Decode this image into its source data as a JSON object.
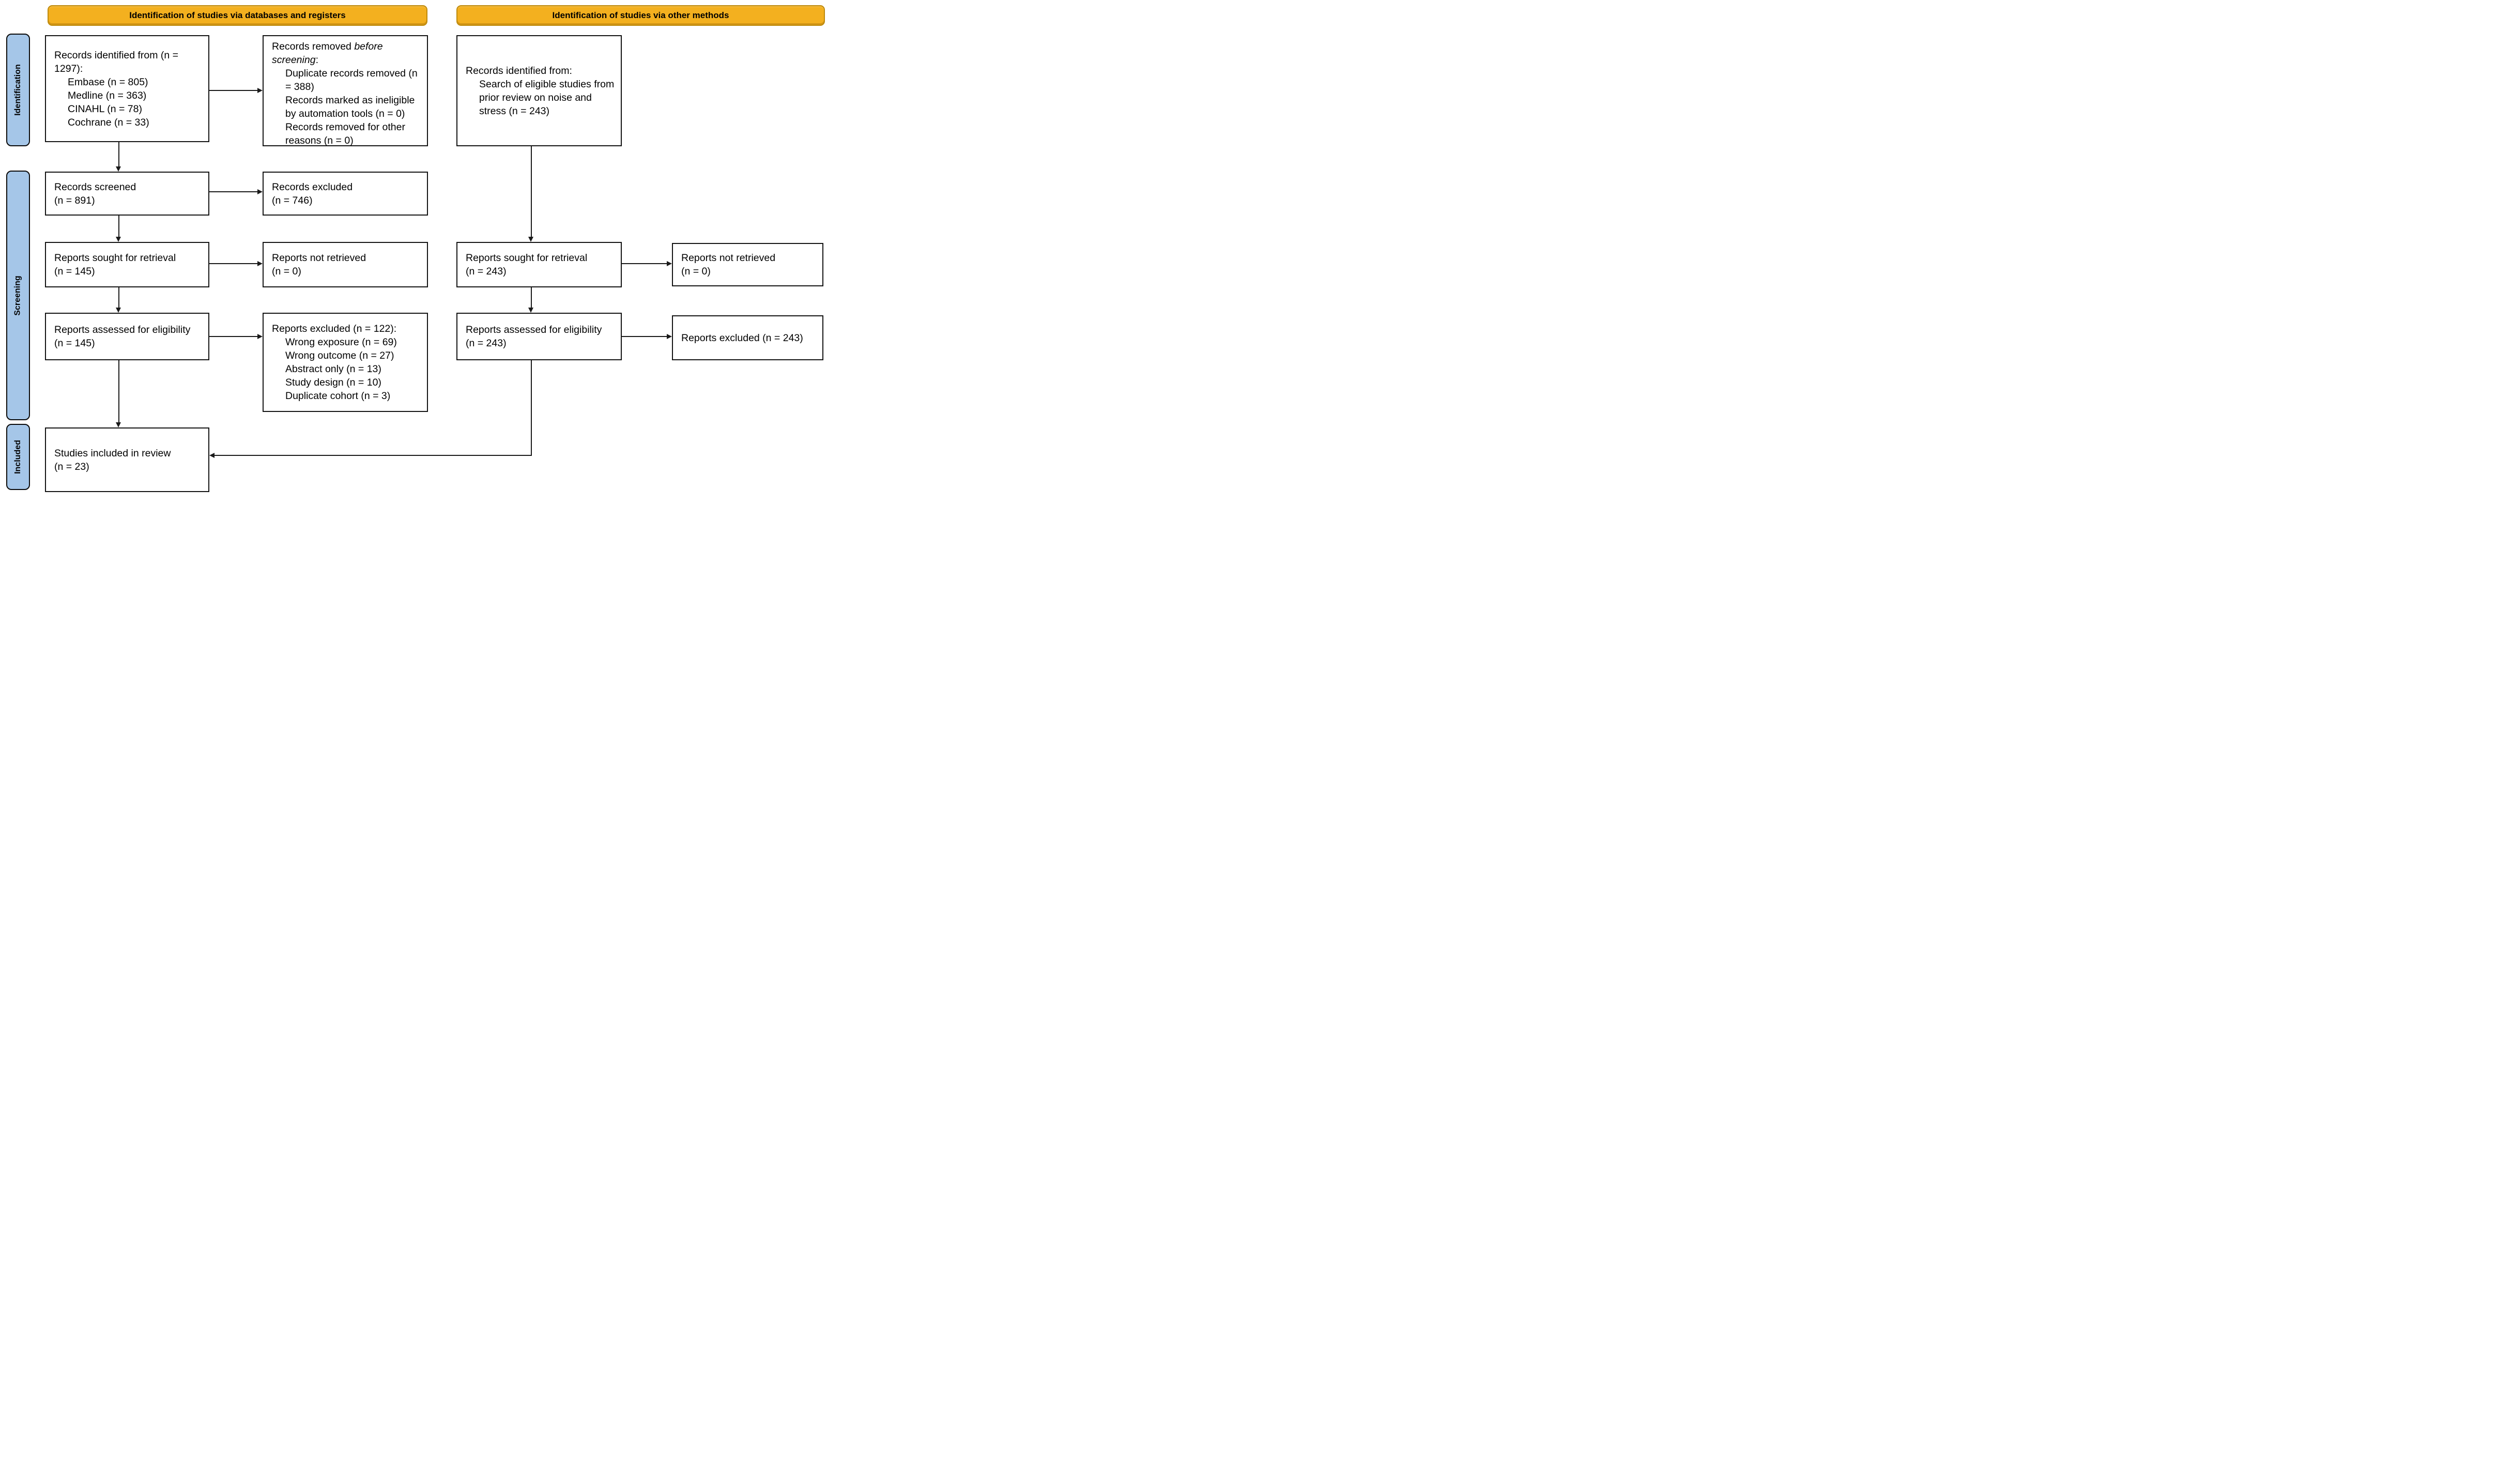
{
  "banners": {
    "databases": "Identification of studies via databases and registers",
    "other_methods": "Identification of studies via other methods"
  },
  "stage_labels": {
    "identification": "Identification",
    "screening": "Screening",
    "included": "Included"
  },
  "colors": {
    "banner_fill": "#F3B01F",
    "banner_border": "#BE8A0C",
    "stage_fill": "#A5C6E8",
    "box_border": "#141414",
    "arrow": "#1A1A1A"
  },
  "boxes": {
    "records_identified_db": {
      "title": "Records identified from (n = 1297):",
      "items": [
        "Embase (n = 805)",
        "Medline (n = 363)",
        "CINAHL (n = 78)",
        "Cochrane (n = 33)"
      ]
    },
    "records_removed": {
      "prefix": "Records removed ",
      "italic": "before screening",
      "suffix": ":",
      "items": [
        "Duplicate records removed (n = 388)",
        "Records marked as ineligible by automation tools (n = 0)",
        "Records removed for other reasons (n = 0)"
      ]
    },
    "records_identified_other": {
      "title": "Records identified from:",
      "items": [
        "Search of eligible studies from prior review on noise and stress (n = 243)"
      ]
    },
    "records_screened": {
      "line1": "Records screened",
      "line2": "(n = 891)"
    },
    "records_excluded": {
      "line1": "Records excluded",
      "line2": "(n = 746)"
    },
    "reports_sought_db": {
      "line1": "Reports sought for retrieval",
      "line2": "(n = 145)"
    },
    "reports_not_retrieved_db": {
      "line1": "Reports not retrieved",
      "line2": "(n = 0)"
    },
    "reports_sought_other": {
      "line1": "Reports sought for retrieval",
      "line2": "(n = 243)"
    },
    "reports_not_retrieved_other": {
      "line1": "Reports not retrieved",
      "line2": "(n = 0)"
    },
    "reports_assessed_db": {
      "line1": "Reports assessed for eligibility",
      "line2": "(n = 145)"
    },
    "reports_excluded_db": {
      "title": "Reports excluded (n = 122):",
      "items": [
        "Wrong exposure (n = 69)",
        "Wrong outcome (n = 27)",
        "Abstract only (n = 13)",
        "Study design (n = 10)",
        "Duplicate cohort (n = 3)"
      ]
    },
    "reports_assessed_other": {
      "line1": "Reports assessed for eligibility",
      "line2": "(n = 243)"
    },
    "reports_excluded_other": {
      "title": "Reports excluded (n = 243)"
    },
    "studies_included": {
      "line1": "Studies included in review",
      "line2": "(n = 23)"
    }
  }
}
